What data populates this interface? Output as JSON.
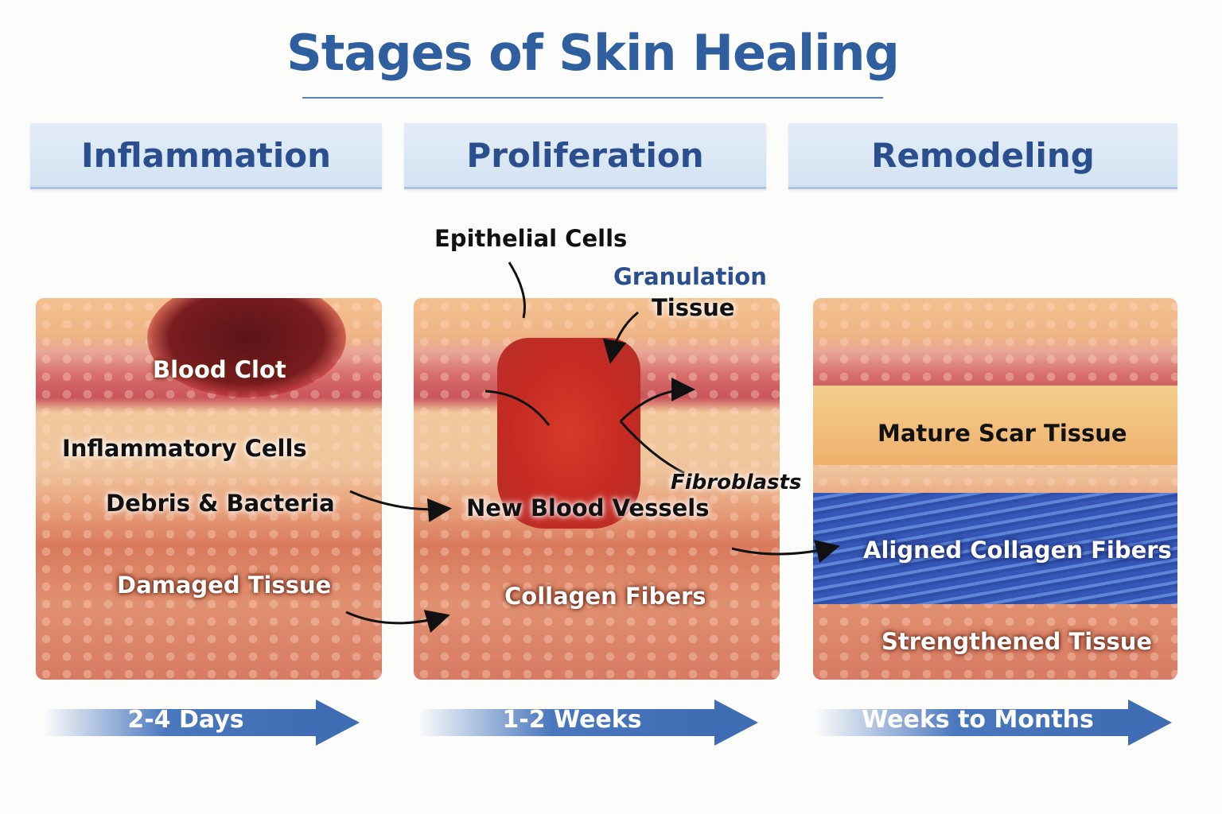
{
  "title": "Stages of Skin Healing",
  "stages": [
    {
      "name": "Inflammation",
      "duration": "2-4 Days",
      "labels": [
        "Blood Clot",
        "Inflammatory Cells",
        "Debris & Bacteria",
        "Damaged Tissue"
      ]
    },
    {
      "name": "Proliferation",
      "duration": "1-2 Weeks",
      "labels": [
        "Epithelial Cells",
        "Granulation",
        "Tissue",
        "Fibroblasts",
        "New Blood Vessels",
        "Collagen Fibers"
      ]
    },
    {
      "name": "Remodeling",
      "duration": "Weeks to Months",
      "labels": [
        "Mature Scar Tissue",
        "Aligned Collagen Fibers",
        "Strengthened Tissue"
      ]
    }
  ],
  "colors": {
    "title": "#2f5f9f",
    "header_bg": "#dbe8f5",
    "arrow": "#3f6db3"
  }
}
